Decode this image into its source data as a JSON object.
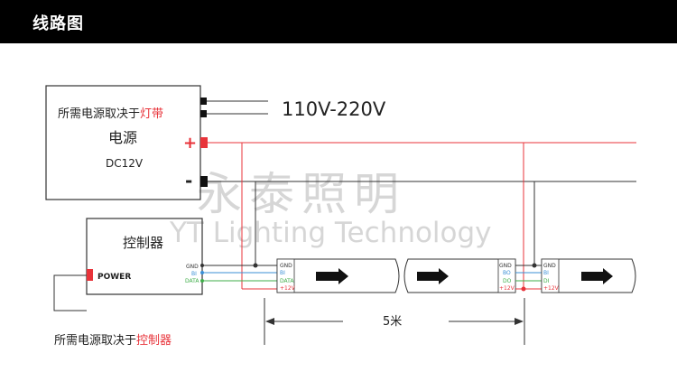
{
  "header": {
    "title": "线路图"
  },
  "power_supply": {
    "line1_prefix": "所需电源取决于",
    "line1_highlight": "灯带",
    "title": "电源",
    "voltage": "DC12V",
    "plus": "+",
    "minus": "-"
  },
  "input_voltage": "110V-220V",
  "controller": {
    "title": "控制器",
    "power_label": "POWER",
    "pins": [
      "GND",
      "BI",
      "DATA"
    ]
  },
  "watermark": {
    "cn": "永泰照明",
    "en": "YT Lighting Technology"
  },
  "strip1": {
    "pins": [
      "GND",
      "BI",
      "DATA",
      "+12V"
    ]
  },
  "strip2": {
    "out_pins": [
      "GND",
      "BO",
      "DO",
      "+12V"
    ],
    "in_pins": [
      "GND",
      "BI",
      "DI",
      "+12V"
    ]
  },
  "length_label": "5米",
  "footer": {
    "prefix": "所需电源取决于",
    "highlight": "控制器"
  },
  "colors": {
    "red_wire": "#e8333a",
    "ground_wire": "#333333",
    "bi_wire": "#3a8fd6",
    "data_wire": "#3fae49",
    "highlight_text": "#e8333a"
  }
}
